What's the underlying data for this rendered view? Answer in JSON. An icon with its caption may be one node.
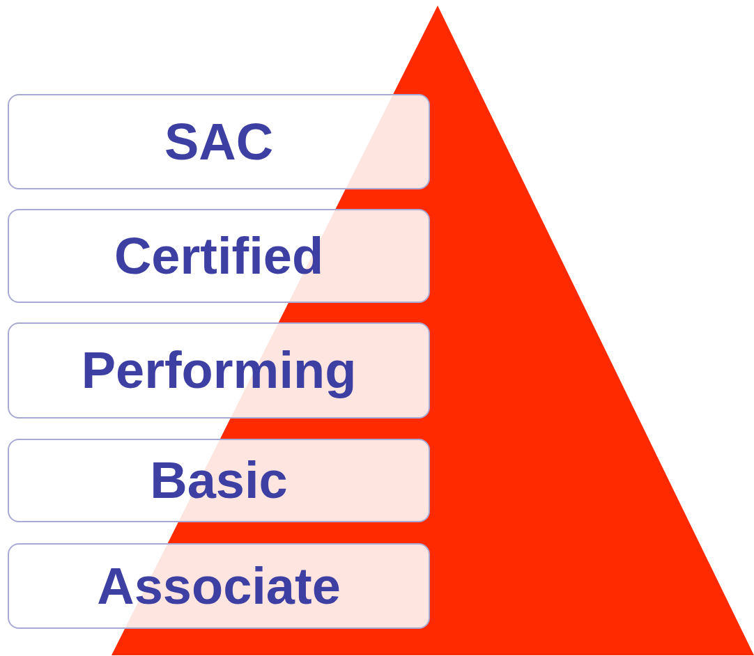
{
  "diagram": {
    "nodes": [
      {
        "text": [
          "SAC"
        ]
      },
      {
        "text": [
          "Certified"
        ]
      },
      {
        "text": [
          "Performing"
        ]
      },
      {
        "text": [
          "Basic"
        ]
      },
      {
        "text": [
          "Associate"
        ]
      }
    ]
  }
}
